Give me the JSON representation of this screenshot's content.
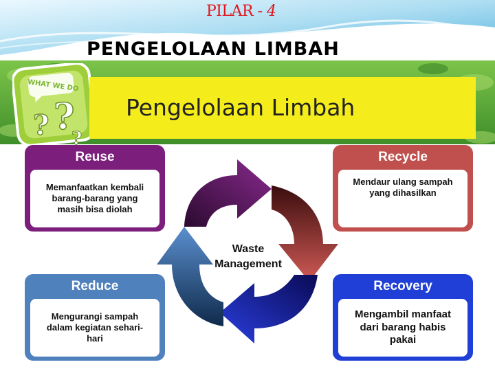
{
  "header": {
    "pilar_label": "PILAR",
    "pilar_number": "- 4",
    "title": "PENGELOLAAN LIMBAH",
    "subtitle": "Pengelolaan Limbah"
  },
  "badge": {
    "text": "WHAT WE DO"
  },
  "cycle": {
    "center": [
      "Waste",
      "Management"
    ],
    "cards": [
      {
        "key": "reuse",
        "title": "Reuse",
        "text": [
          "Memanfaatkan kembali",
          "barang-barang yang",
          "masih bisa diolah"
        ]
      },
      {
        "key": "recycle",
        "title": "Recycle",
        "text": [
          "Mendaur ulang sampah",
          "yang dihasilkan"
        ]
      },
      {
        "key": "reduce",
        "title": "Reduce",
        "text": [
          "Mengurangi sampah",
          "dalam kegiatan sehari-",
          "hari"
        ]
      },
      {
        "key": "recovery",
        "title": "Recovery",
        "text": [
          "Mengambil manfaat",
          "dari barang habis",
          "pakai"
        ]
      }
    ]
  },
  "colors": {
    "reuse": "#7b1e7c",
    "recycle": "#c0504d",
    "reduce": "#4f81bd",
    "recovery": "#1f3fd6",
    "yellow": "#f5ec1c",
    "pilar": "#e1141b"
  }
}
